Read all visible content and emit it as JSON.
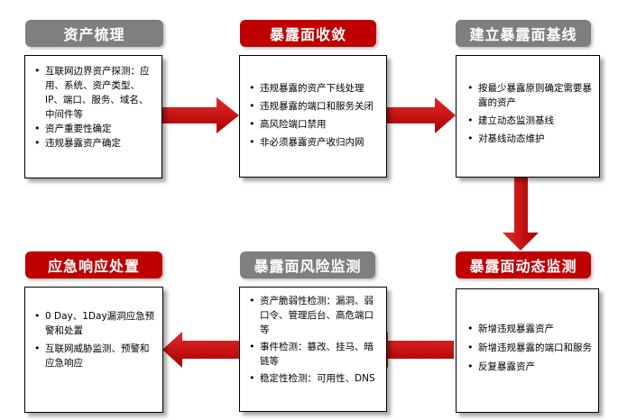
{
  "stages": [
    {
      "title": "资产梳理",
      "items": [
        "互联网边界资产探测：应用、系统、资产类型、IP、端口、服务、域名、中间件等",
        "资产重要性确定",
        "违规暴露资产确定"
      ]
    },
    {
      "title": "暴露面收敛",
      "items": [
        "违规暴露的资产下线处理",
        "违规暴露的端口和服务关闭",
        "高风险端口禁用",
        "非必须暴露资产收归内网"
      ]
    },
    {
      "title": "建立暴露面基线",
      "items": [
        "按最少暴露原则确定需要暴露的资产",
        "建立动态监测基线",
        "对基线动态维护"
      ]
    },
    {
      "title": "暴露面动态监测",
      "items": [
        "新增违规暴露资产",
        "新增违规暴露的端口和服务",
        "反复暴露资产"
      ]
    },
    {
      "title": "暴露面风险监测",
      "items": [
        "资产脆弱性检测：漏洞、弱口令、管理后台、高危端口等",
        "事件检测：篡改、挂马、暗链等",
        "稳定性检测：可用性、DNS"
      ]
    },
    {
      "title": "应急响应处置",
      "items": [
        "0 Day、1Day漏洞应急预警和处置",
        "互联网威胁监测、预警和应急响应"
      ]
    }
  ],
  "colors": {
    "accent": "#c00000",
    "neutral": "#7f7f7f"
  }
}
